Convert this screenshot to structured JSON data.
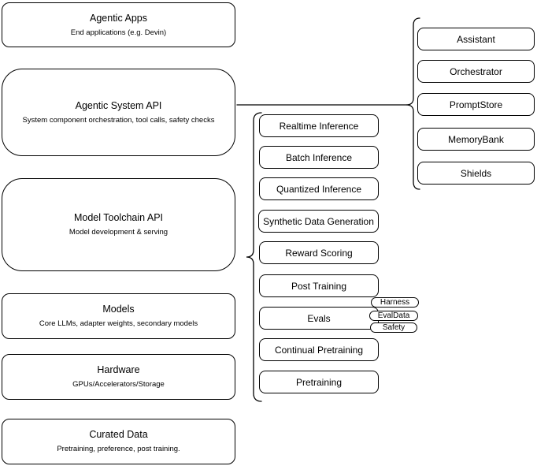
{
  "diagram": {
    "stack": [
      {
        "title": "Agentic Apps",
        "subtitle": "End applications (e.g. Devin)"
      },
      {
        "title": "Agentic System API",
        "subtitle": "System component orchestration, tool calls, safety checks"
      },
      {
        "title": "Model Toolchain API",
        "subtitle": "Model development & serving"
      },
      {
        "title": "Models",
        "subtitle": "Core LLMs, adapter weights, secondary models"
      },
      {
        "title": "Hardware",
        "subtitle": "GPUs/Accelerators/Storage"
      },
      {
        "title": "Curated Data",
        "subtitle": "Pretraining, preference, post training."
      }
    ],
    "toolchain_items": [
      "Realtime Inference",
      "Batch Inference",
      "Quantized Inference",
      "Synthetic Data Generation",
      "Reward Scoring",
      "Post Training",
      "Evals",
      "Continual Pretraining",
      "Pretraining"
    ],
    "eval_tags": [
      "Harness",
      "EvalData",
      "Safety"
    ],
    "agentic_components": [
      "Assistant",
      "Orchestrator",
      "PromptStore",
      "MemoryBank",
      "Shields"
    ],
    "colors": {
      "stroke": "#000000",
      "fill": "#ffffff",
      "text": "#000000"
    }
  }
}
